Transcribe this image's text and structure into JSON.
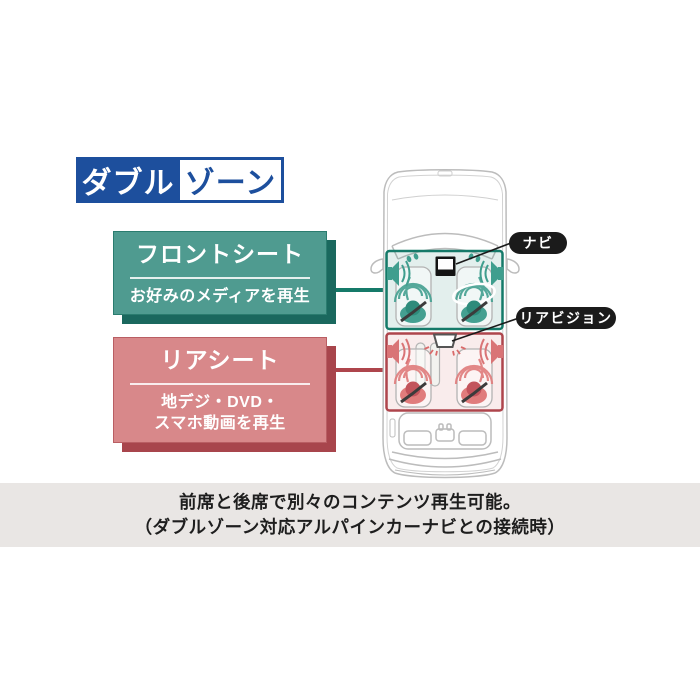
{
  "logo": {
    "left": "ダブル",
    "right": "ゾーン"
  },
  "front_box": {
    "title": "フロントシート",
    "subtitle": "お好みのメディアを再生"
  },
  "rear_box": {
    "title": "リアシート",
    "subtitle_line1": "地デジ・DVD・",
    "subtitle_line2": "スマホ動画を再生"
  },
  "callouts": {
    "navi": "ナビ",
    "rear_vision": "リアビジョン"
  },
  "caption": {
    "line1": "前席と後席で別々のコンテンツ再生可能。",
    "line2": "（ダブルゾーン対応アルパインカーナビとの接続時）"
  },
  "illustration": {
    "type": "car-top-view",
    "front_zone_label": "フロントシート",
    "rear_zone_label": "リアシート"
  },
  "colors": {
    "logo_blue": "#1d4f9d",
    "front_box_fill": "#4f9b90",
    "front_box_shadow": "#1a685e",
    "front_zone_border": "#157a69",
    "rear_box_fill": "#d8888a",
    "rear_box_shadow": "#a8454c",
    "rear_zone_border": "#ae454c",
    "callout_bg": "#1b1b1b",
    "caption_band": "#e9e6e4",
    "car_outline": "#bcbcbc",
    "person_front": "#44a091",
    "person_rear": "#e07c7c"
  }
}
